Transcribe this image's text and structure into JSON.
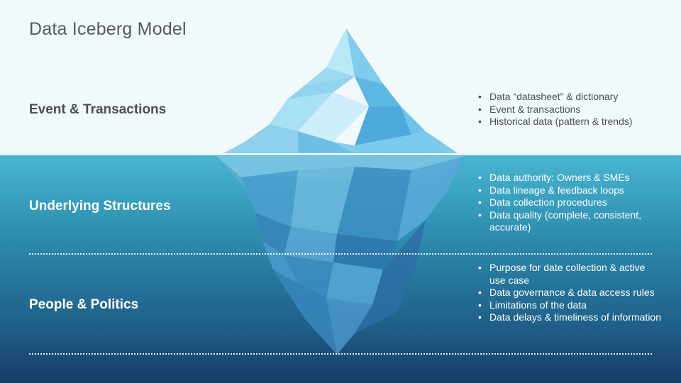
{
  "title": "Data Iceberg Model",
  "layers": [
    {
      "label": "Event & Transactions",
      "bullets": [
        "Data “datasheet” & dictionary",
        "Event & transactions",
        "Historical data (pattern & trends)"
      ]
    },
    {
      "label": "Underlying Structures",
      "bullets": [
        "Data authority: Owners & SMEs",
        "Data lineage & feedback loops",
        "Data collection procedures",
        "Data quality (complete, consistent, accurate)"
      ]
    },
    {
      "label": "People & Politics",
      "bullets": [
        "Purpose for date collection & active use case",
        "Data governance & data access rules",
        "Limitations of the data",
        "Data delays & timeliness of information"
      ]
    }
  ],
  "colors": {
    "sky": "#f1f9fb",
    "sea_top": "#49b6d2",
    "sea_bottom": "#173d66",
    "ice_light": "#bfe7f6",
    "ice_mid": "#6cc0e8",
    "ice_dark": "#2f7fb4"
  }
}
